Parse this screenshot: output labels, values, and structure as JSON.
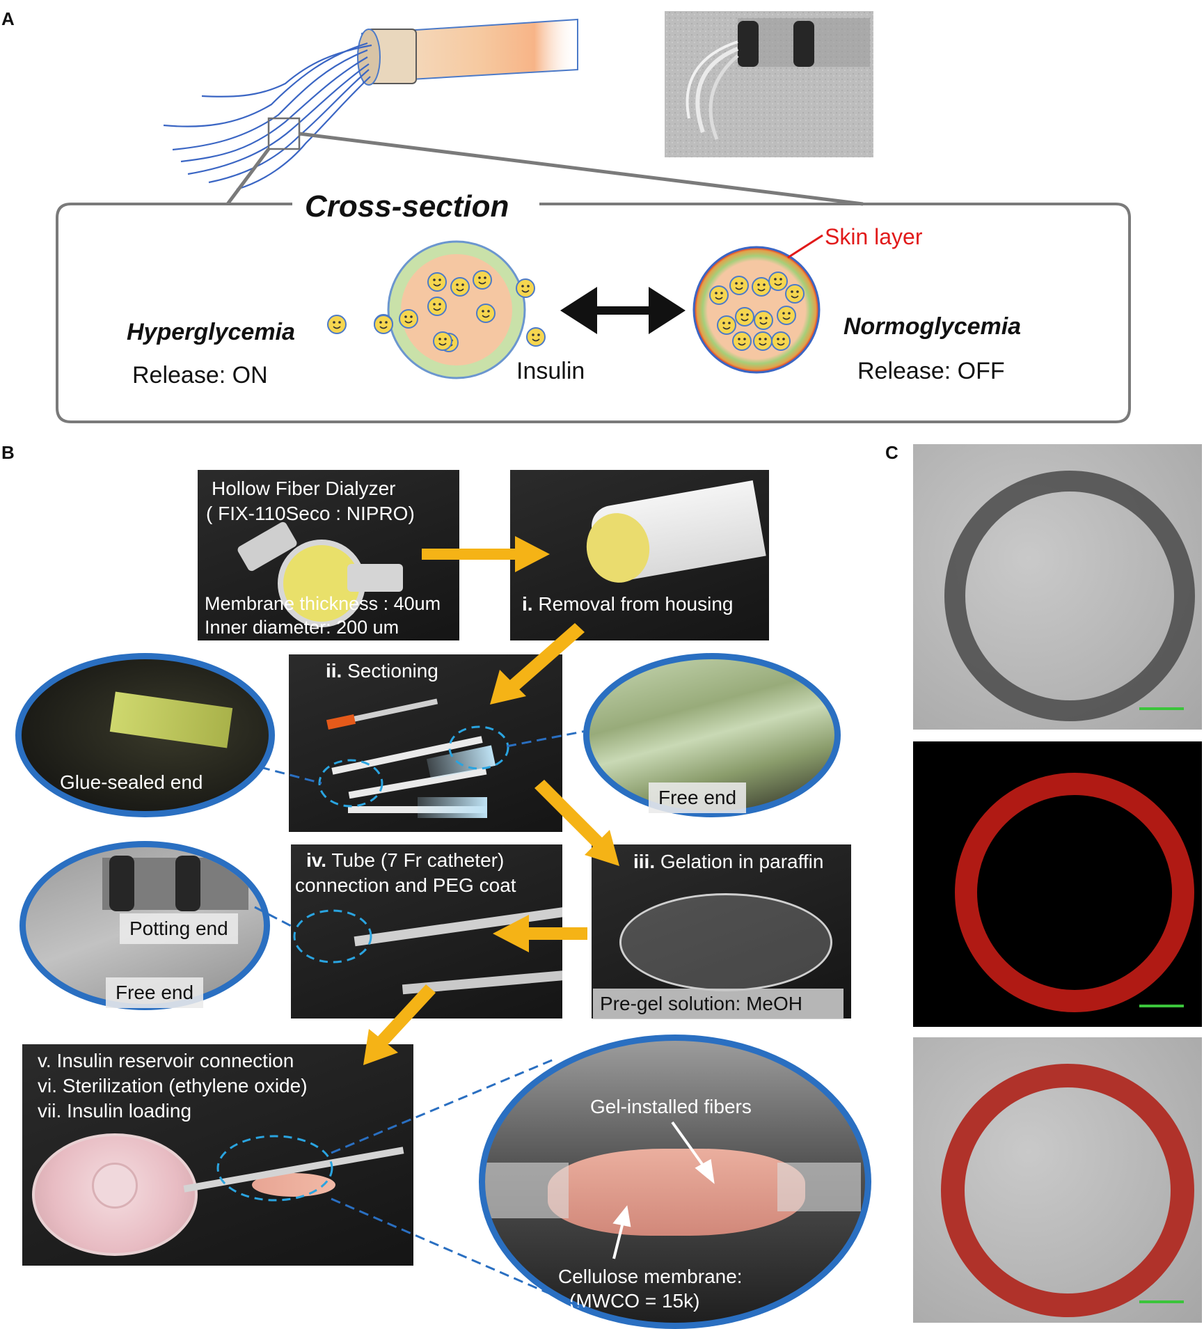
{
  "panels": {
    "a": "A",
    "b": "B",
    "c": "C"
  },
  "panelA": {
    "cross_section_title": "Cross-section",
    "skin_layer": "Skin layer",
    "hyperglycemia": "Hyperglycemia",
    "release_on": "Release: ON",
    "insulin": "Insulin",
    "normoglycemia": "Normoglycemia",
    "release_off": "Release: OFF"
  },
  "panelB": {
    "dialyzer_title": "Hollow Fiber Dialyzer",
    "dialyzer_model": "( FIX-110Seco : NIPRO)",
    "membrane_thickness": "Membrane thickness : 40um",
    "inner_diameter": "Inner diameter: 200 um",
    "step1_num": "i.",
    "step1_text": "Removal from housing",
    "step2_num": "ii.",
    "step2_text": "Sectioning",
    "glue_sealed_end": "Glue-sealed end",
    "free_end_top": "Free end",
    "step3_num": "iii.",
    "step3_text": "Gelation in paraffin",
    "pregel": "Pre-gel solution: MeOH",
    "step4_num": "iv.",
    "step4_line1": "Tube (7 Fr catheter)",
    "step4_line2": "connection and PEG coat",
    "potting_end": "Potting end",
    "free_end_bottom": "Free end",
    "step5": "v. Insulin reservoir connection",
    "step6": "vi. Sterilization (ethylene oxide)",
    "step7": "vii. Insulin loading",
    "gel_fibers": "Gel-installed fibers",
    "cellulose_line1": "Cellulose membrane:",
    "cellulose_line2": "(MWCO = 15k)"
  },
  "colors": {
    "accent_blue": "#2a6fc1",
    "arrow_orange": "#f5b316",
    "skin_red": "#e11a1a",
    "dash_blue": "#2aa4e0"
  }
}
